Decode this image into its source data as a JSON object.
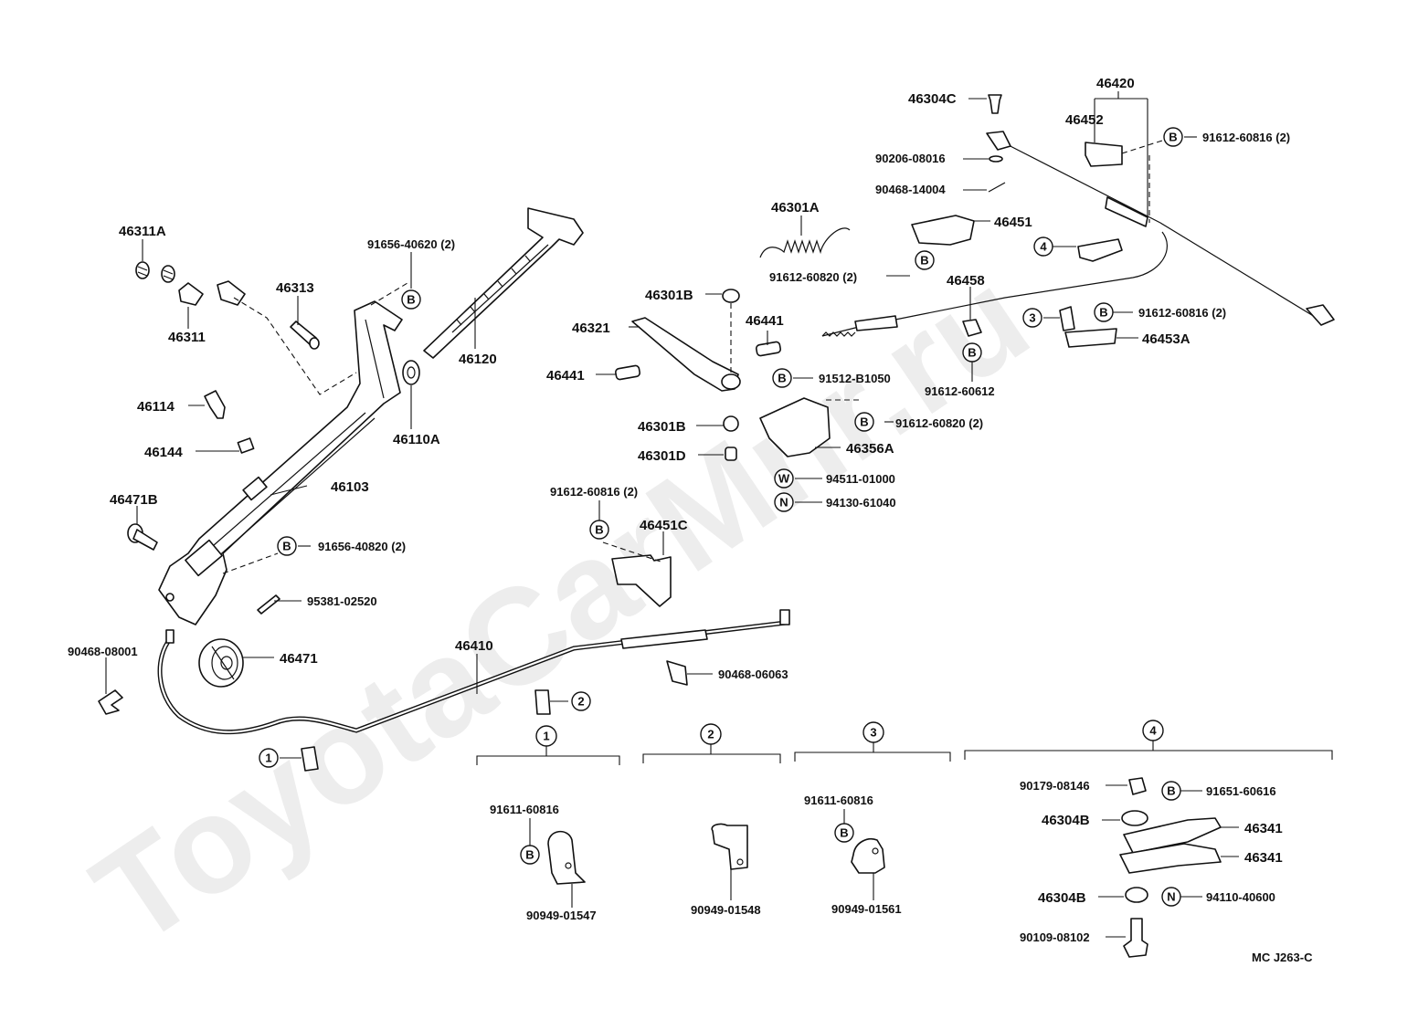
{
  "watermark": "ToyotaCarMnr.ru",
  "diagram_code": "MC J263-C",
  "symbols": {
    "B": "B",
    "W": "W",
    "N": "N"
  },
  "group_markers": {
    "g1": "1",
    "g2": "2",
    "g3": "3",
    "g4": "4"
  },
  "labels": {
    "p46311A": "46311A",
    "p46311": "46311",
    "p46313": "46313",
    "p91656_40620": "91656-40620 (2)",
    "p46120": "46120",
    "p46110A": "46110A",
    "p46114": "46114",
    "p46144": "46144",
    "p46103": "46103",
    "p46471B": "46471B",
    "p91656_40820": "91656-40820 (2)",
    "p95381_02520": "95381-02520",
    "p90468_08001": "90468-08001",
    "p46471": "46471",
    "p46410": "46410",
    "p90468_06063": "90468-06063",
    "p46301A": "46301A",
    "p91612_60820_a": "91612-60820 (2)",
    "p46301B_top": "46301B",
    "p46321": "46321",
    "p46441_a": "46441",
    "p46441_b": "46441",
    "p91512_B1050": "91512-B1050",
    "p46301B_bot": "46301B",
    "p46301D": "46301D",
    "p91612_60820_b": "91612-60820 (2)",
    "p46356A": "46356A",
    "p94511_01000": "94511-01000",
    "p94130_61040": "94130-61040",
    "p91612_60816_a": "91612-60816 (2)",
    "p46451C": "46451C",
    "p46304C": "46304C",
    "p90206_08016": "90206-08016",
    "p90468_14004": "90468-14004",
    "p46451": "46451",
    "p46458": "46458",
    "p91612_60612": "91612-60612",
    "p46420": "46420",
    "p46452": "46452",
    "p91612_60816_b": "91612-60816 (2)",
    "p91612_60816_c": "91612-60816 (2)",
    "p46453A": "46453A",
    "g1_bolt": "91611-60816",
    "g1_clamp": "90949-01547",
    "g2_clamp": "90949-01548",
    "g3_bolt": "91611-60816",
    "g3_clamp": "90949-01561",
    "g4_nut": "90179-08146",
    "g4_bolt": "91651-60616",
    "g4_bush_top": "46304B",
    "g4_lever_a": "46341",
    "g4_lever_b": "46341",
    "g4_bush_bot": "46304B",
    "g4_n": "94110-40600",
    "g4_screw": "90109-08102"
  }
}
